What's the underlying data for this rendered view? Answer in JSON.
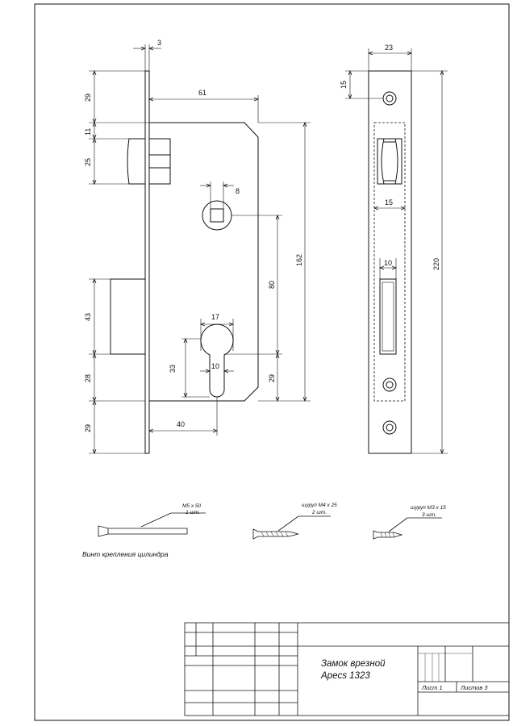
{
  "dimensions": {
    "plate_thickness": "3",
    "body_width": "61",
    "dim_29_top": "29",
    "dim_11": "11",
    "dim_25": "25",
    "dim_43": "43",
    "dim_28": "28",
    "dim_29_bottom": "29",
    "square_8": "8",
    "dim_80": "80",
    "dim_162": "162",
    "dim_17": "17",
    "dim_33": "33",
    "dim_10_cyl": "10",
    "dim_29_right": "29",
    "backset_40": "40",
    "front_23": "23",
    "front_15_top": "15",
    "front_15_mid": "15",
    "front_10": "10",
    "front_220": "220"
  },
  "parts": {
    "screw_m5": {
      "name": "M5 x 50",
      "qty": "1 шт."
    },
    "screw_m4": {
      "name": "шуруп М4 x 25",
      "qty": "2 шт."
    },
    "screw_m3": {
      "name": "шуруп М3 x 15",
      "qty": "3 шт."
    },
    "caption": "Винт крепления цилиндра"
  },
  "title_block": {
    "title_line1": "Замок врезной",
    "title_line2": "Apecs 1323",
    "sheet": "Лист 1",
    "sheets": "Листов 3"
  }
}
